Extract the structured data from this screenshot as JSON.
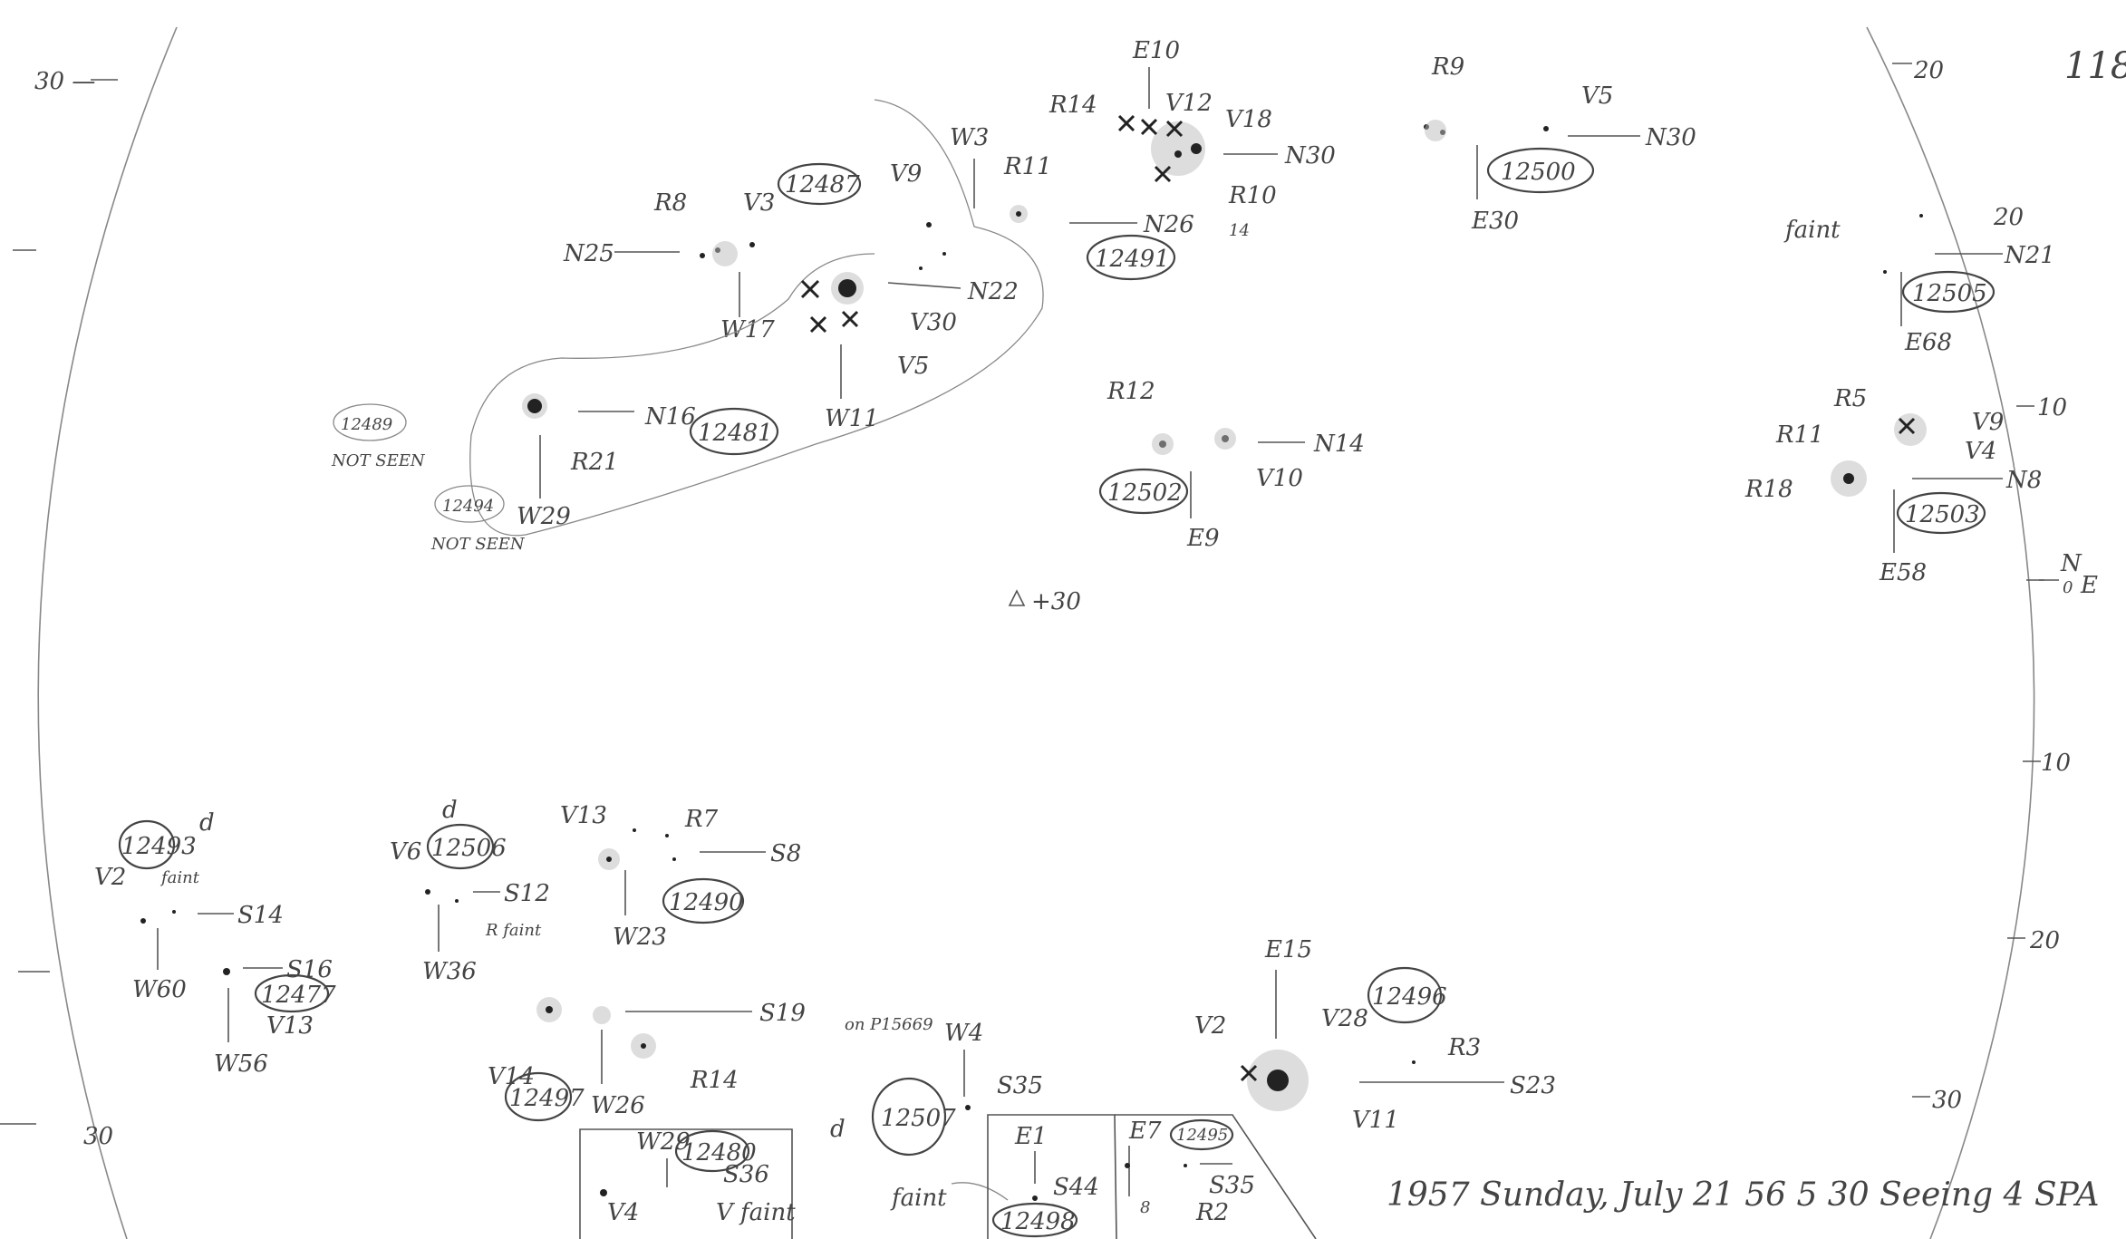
{
  "page_label": "118",
  "scale_left_top": "30 —",
  "scale_left_bottom": "30",
  "scale_right": [
    "20",
    "10",
    "10",
    "20",
    "30"
  ],
  "center_mark": "+30",
  "east_marker": "N",
  "east_marker_sub": "0",
  "east_marker_e": "E",
  "footer_note": "1957 Sunday, July 21 56 5 30 Seeing 4 SPA",
  "groups": {
    "g12487": {
      "id": "12487",
      "r": "R8",
      "v": "V3",
      "n": "N25",
      "w": "W17"
    },
    "g12481": {
      "id": "12481",
      "r": "R21",
      "n": "N16",
      "w": "W29",
      "v": "V30",
      "v2": "V5",
      "w2": "W11",
      "n2": "N22",
      "v3": "V9",
      "w3": "W3"
    },
    "g12489": {
      "id": "12489",
      "note": "NOT SEEN"
    },
    "g12494": {
      "id": "12494",
      "note": "NOT SEEN"
    },
    "g12491": {
      "id": "12491",
      "e": "E10",
      "r": "R14",
      "v": "V12",
      "v2": "V18",
      "n": "N30",
      "r2": "R10",
      "s": "14",
      "n2": "N26",
      "r3": "R11"
    },
    "g12500": {
      "id": "12500",
      "r": "R9",
      "v": "V5",
      "n": "N30",
      "e": "E30"
    },
    "g12505": {
      "id": "12505",
      "faint": "faint",
      "s": "20",
      "n": "N21",
      "e": "E68"
    },
    "g12502": {
      "id": "12502",
      "r": "R12",
      "n": "N14",
      "v": "V10",
      "e": "E9"
    },
    "g12503": {
      "id": "12503",
      "r": "R5",
      "r2": "R11",
      "r3": "R18",
      "v": "V9",
      "v2": "V4",
      "n": "N8",
      "e": "E58"
    },
    "g12493": {
      "id": "12493",
      "v": "V2",
      "d": "d",
      "faint": "faint",
      "s": "S14",
      "w": "W60"
    },
    "g12477": {
      "id": "12477",
      "s": "S16",
      "v": "V13",
      "w": "W56"
    },
    "g12506": {
      "id": "12506",
      "d": "d",
      "v": "V6",
      "s": "S12",
      "faint": "R faint",
      "w": "W36"
    },
    "g12490": {
      "id": "12490",
      "v": "V13",
      "r": "R7",
      "s": "S8",
      "w": "W23"
    },
    "g12497": {
      "id": "12497",
      "s": "S19",
      "v": "V14",
      "w": "W26",
      "r": "R14"
    },
    "g12480": {
      "id": "12480",
      "w": "W29",
      "s": "S36",
      "v": "V4",
      "faint": "V faint"
    },
    "g12507": {
      "id": "12507",
      "on": "on P15669",
      "w": "W4",
      "s": "S35",
      "d": "d",
      "faint": "faint"
    },
    "g12498": {
      "id": "12498",
      "e": "E1",
      "s": "S44"
    },
    "g12495": {
      "id": "12495",
      "e": "E7",
      "s": "S35",
      "r": "R2",
      "v": "8"
    },
    "g12496": {
      "id": "12496",
      "e": "E15",
      "v": "V2",
      "v2": "V28",
      "r": "R3",
      "s": "S23",
      "v3": "V11"
    }
  }
}
